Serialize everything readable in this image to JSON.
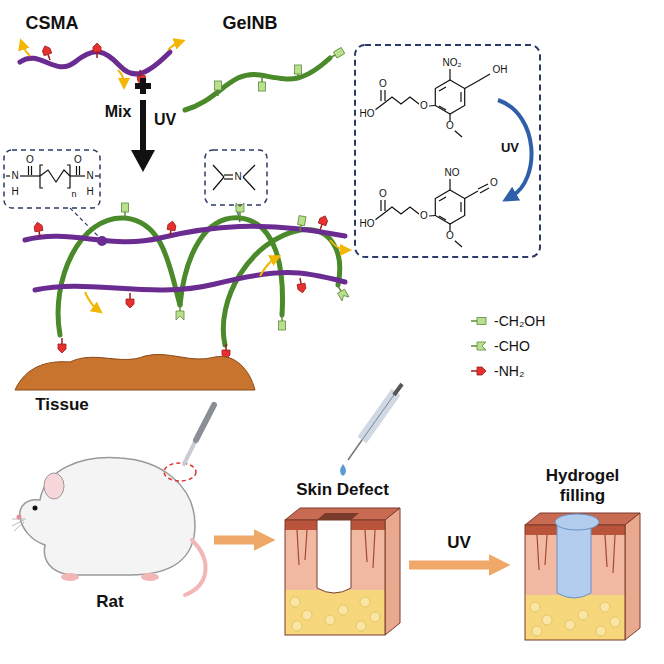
{
  "diagram": {
    "nodes": [
      {
        "text": [
          "Rat"
        ]
      },
      {
        "text": [
          "Skin Defect"
        ]
      },
      {
        "text": [
          "Hydrogel filling"
        ]
      }
    ],
    "edges": [
      {
        "from": 0,
        "to": 1,
        "arrow": "to"
      },
      {
        "from": 1,
        "to": 2,
        "arrow": "to",
        "label": "UV"
      }
    ],
    "labels": [
      "CSMA",
      "GelNB",
      "NO₂",
      "OH",
      "O",
      "O",
      "HO",
      "O",
      "Mix",
      "UV",
      "UV",
      "NO",
      "O",
      "O",
      "O",
      "HO",
      "O",
      "N",
      "O",
      "O",
      "N",
      "H",
      "n",
      "H",
      "N",
      "Tissue"
    ],
    "legend": [
      {
        "text": "-CH₂OH"
      },
      {
        "text": "-CHO"
      },
      {
        "text": "-NH₂"
      }
    ]
  }
}
